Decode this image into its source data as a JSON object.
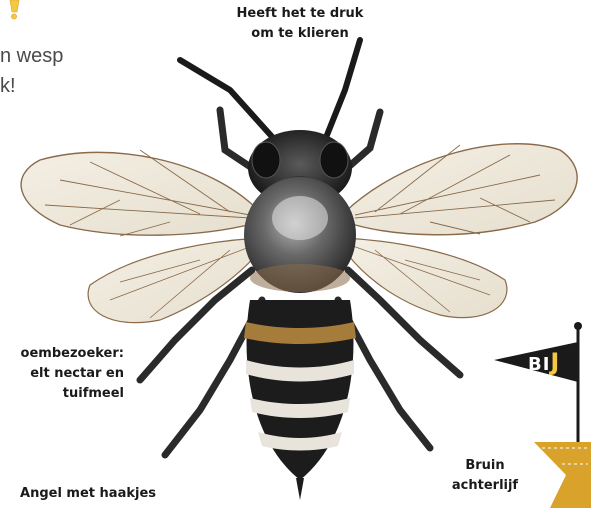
{
  "intro": {
    "line1": "n wesp",
    "line2": "k!"
  },
  "callouts": {
    "top_line1": "Heeft het te druk",
    "top_line2": "om te klieren",
    "left_line1": "oembezoeker:",
    "left_line2": "elt nectar en",
    "left_line3": "tuifmeel",
    "bottom": "Angel met haakjes",
    "right_line1": "Bruin",
    "right_line2": "achterlijf"
  },
  "flag": {
    "label_main": "BI",
    "label_accent": "J"
  },
  "colors": {
    "text": "#1a1a1a",
    "intro_text": "#4a4a4a",
    "flag_black": "#1a1a1a",
    "banner_gold": "#d9a22a",
    "accent_yellow": "#f5c842"
  },
  "icons": {
    "exclaim": "exclamation-deco-icon",
    "bee": "bee-illustration",
    "flag": "pennant-flag-icon"
  }
}
